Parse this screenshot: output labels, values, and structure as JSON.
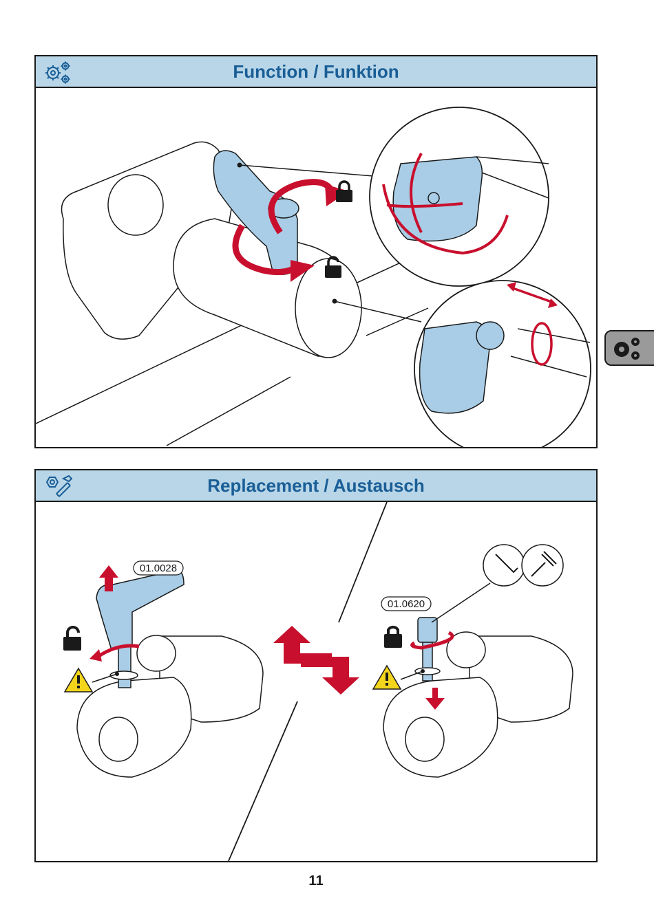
{
  "sections": {
    "function": {
      "title": "Function / Funktion",
      "icon": "gears-icon"
    },
    "replacement": {
      "title": "Replacement / Austausch",
      "icon": "wrench-bolt-icon",
      "left_part_number": "01.0028",
      "right_part_number": "01.0620"
    }
  },
  "side_tab": {
    "icon": "gears-icon"
  },
  "page_number": "11",
  "colors": {
    "header_bg": "#b8d6e8",
    "header_text": "#1a5e96",
    "part_blue": "#a9cde6",
    "arrow_red": "#c8102e",
    "warning_yellow": "#f3d61c"
  }
}
